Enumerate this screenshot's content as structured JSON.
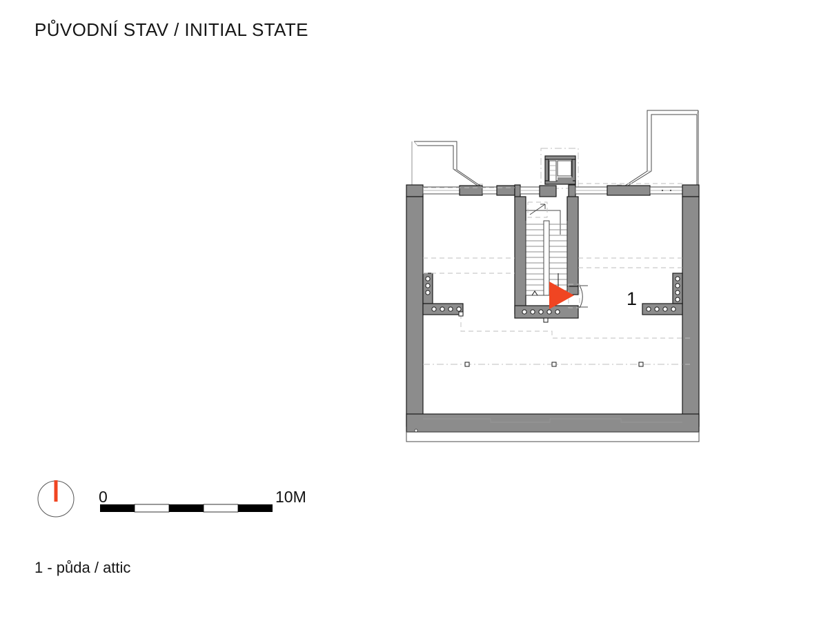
{
  "title": "PŮVODNÍ STAV / INITIAL STATE",
  "caption": "1 - půda / attic",
  "scale": {
    "zero_label": "0",
    "max_label": "10M",
    "segments": 5,
    "unit": "M"
  },
  "compass": {
    "name": "north-arrow",
    "needle_color": "#F04522",
    "direction": "north-up"
  },
  "plan": {
    "room_number": "1",
    "room_name_cs": "půda",
    "room_name_en": "attic",
    "drawing_type": "attic floor plan",
    "colors": {
      "wall_fill": "#8c8c8c",
      "wall_stroke": "#1a1a1a",
      "thin_line": "#555555",
      "dash_line": "#b8b8b8",
      "accent": "#F04522",
      "background": "#ffffff"
    },
    "stair": {
      "treads_up": 13,
      "treads_down": 13,
      "up_marker": "∧",
      "down_marker": "∨"
    },
    "features": [
      "left dormer",
      "right dormer",
      "central stair well",
      "roof access hatch",
      "chimney flues left",
      "chimney flues right",
      "door with swing arc",
      "view direction marker"
    ]
  }
}
